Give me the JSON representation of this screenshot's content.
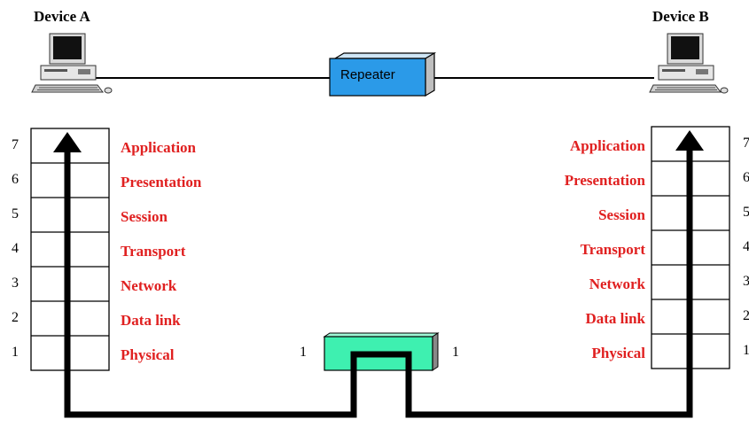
{
  "colors": {
    "layer_text": "#e02020",
    "repeater_fill": "#2b9ae8",
    "physical_device_fill": "#3ef0b0",
    "stack_border": "#000000",
    "path": "#000000"
  },
  "device_a": {
    "title": "Device A",
    "icon": "computer-icon",
    "layers": [
      "Application",
      "Presentation",
      "Session",
      "Transport",
      "Network",
      "Data link",
      "Physical"
    ],
    "numbers": [
      "7",
      "6",
      "5",
      "4",
      "3",
      "2",
      "1"
    ]
  },
  "device_b": {
    "title": "Device B",
    "icon": "computer-icon",
    "layers": [
      "Application",
      "Presentation",
      "Session",
      "Transport",
      "Network",
      "Data link",
      "Physical"
    ],
    "numbers": [
      "7",
      "6",
      "5",
      "4",
      "3",
      "2",
      "1"
    ]
  },
  "repeater": {
    "label": "Repeater",
    "layer_left": "1",
    "layer_right": "1"
  }
}
